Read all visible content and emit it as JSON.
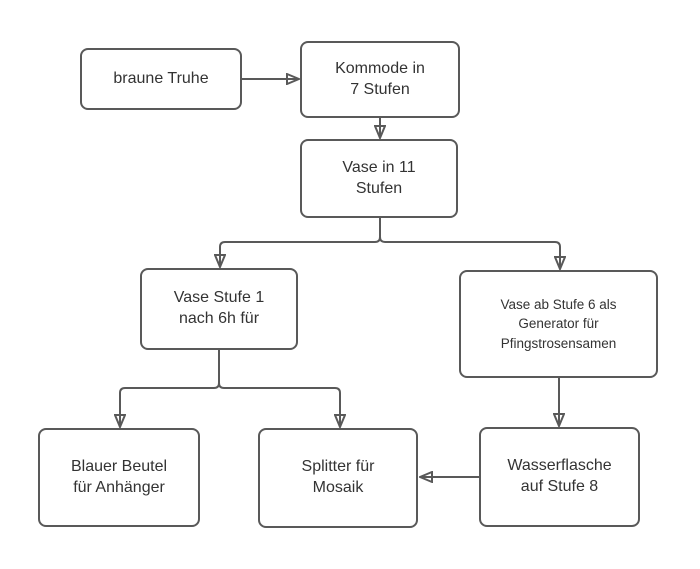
{
  "diagram": {
    "type": "flowchart",
    "background_color": "#ffffff",
    "node_fill_color": "#ffffff",
    "node_border_color": "#595959",
    "arrow_color": "#595959",
    "text_color": "#333333",
    "nodes": [
      {
        "id": "braune-truhe",
        "label": [
          "braune Truhe"
        ]
      },
      {
        "id": "kommode",
        "label": [
          "Kommode in",
          "7 Stufen"
        ]
      },
      {
        "id": "vase",
        "label": [
          "Vase in 11",
          "Stufen"
        ]
      },
      {
        "id": "vase-stufe-1",
        "label": [
          "Vase Stufe 1",
          "nach 6h für"
        ]
      },
      {
        "id": "vase-ab-stufe-6",
        "label": [
          "Vase ab Stufe 6 als",
          "Generator für",
          "Pfingstrosensamen"
        ]
      },
      {
        "id": "blauer-beutel",
        "label": [
          "Blauer Beutel",
          "für Anhänger"
        ]
      },
      {
        "id": "splitter",
        "label": [
          "Splitter für",
          "Mosaik"
        ]
      },
      {
        "id": "wasserflasche",
        "label": [
          "Wasserflasche",
          "auf Stufe 8"
        ]
      }
    ],
    "edges": [
      {
        "from": "braune-truhe",
        "to": "kommode"
      },
      {
        "from": "kommode",
        "to": "vase"
      },
      {
        "from": "vase",
        "to": "vase-stufe-1"
      },
      {
        "from": "vase",
        "to": "vase-ab-stufe-6"
      },
      {
        "from": "vase-stufe-1",
        "to": "blauer-beutel"
      },
      {
        "from": "vase-stufe-1",
        "to": "splitter"
      },
      {
        "from": "vase-ab-stufe-6",
        "to": "wasserflasche"
      },
      {
        "from": "wasserflasche",
        "to": "splitter"
      }
    ]
  }
}
